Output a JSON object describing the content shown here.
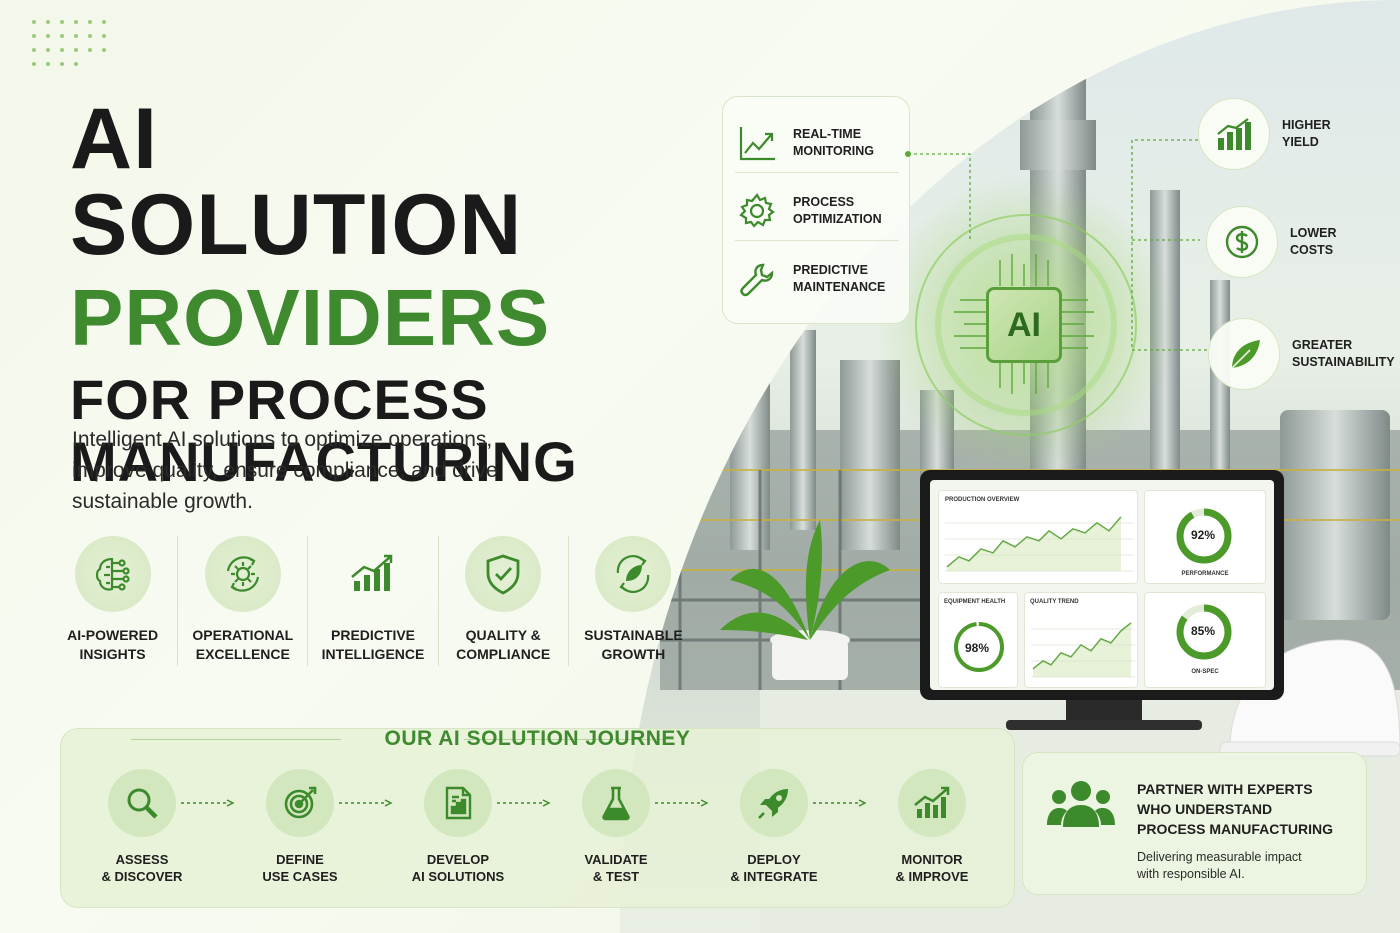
{
  "headline": {
    "line1": "AI SOLUTION",
    "line2": "PROVIDERS",
    "line3": "FOR PROCESS",
    "line4": "MANUFACTURING"
  },
  "subtitle": "Intelligent AI solutions to optimize operations, improve quality, ensure compliance, and drive sustainable growth.",
  "benefits": [
    {
      "line1": "AI-POWERED",
      "line2": "INSIGHTS",
      "icon": "brain-circuit-icon"
    },
    {
      "line1": "OPERATIONAL",
      "line2": "EXCELLENCE",
      "icon": "gear-cycle-icon"
    },
    {
      "line1": "PREDICTIVE",
      "line2": "INTELLIGENCE",
      "icon": "growth-chart-icon"
    },
    {
      "line1": "QUALITY &",
      "line2": "COMPLIANCE",
      "icon": "shield-check-icon"
    },
    {
      "line1": "SUSTAINABLE",
      "line2": "GROWTH",
      "icon": "leaf-cycle-icon"
    }
  ],
  "journey": {
    "title": "OUR AI SOLUTION JOURNEY",
    "steps": [
      {
        "line1": "ASSESS",
        "line2": "& DISCOVER",
        "icon": "magnifier-icon"
      },
      {
        "line1": "DEFINE",
        "line2": "USE CASES",
        "icon": "target-icon"
      },
      {
        "line1": "DEVELOP",
        "line2": "AI SOLUTIONS",
        "icon": "document-chart-icon"
      },
      {
        "line1": "VALIDATE",
        "line2": "& TEST",
        "icon": "flask-icon"
      },
      {
        "line1": "DEPLOY",
        "line2": "& INTEGRATE",
        "icon": "rocket-icon"
      },
      {
        "line1": "MONITOR",
        "line2": "& IMPROVE",
        "icon": "trend-chart-icon"
      }
    ]
  },
  "partner": {
    "title_line1": "PARTNER WITH EXPERTS",
    "title_line2": "WHO UNDERSTAND",
    "title_line3": "PROCESS MANUFACTURING",
    "desc_line1": "Delivering measurable impact",
    "desc_line2": "with responsible AI.",
    "icon": "team-icon"
  },
  "features": [
    {
      "line1": "REAL-TIME",
      "line2": "MONITORING",
      "icon": "line-chart-icon"
    },
    {
      "line1": "PROCESS",
      "line2": "OPTIMIZATION",
      "icon": "gear-icon"
    },
    {
      "line1": "PREDICTIVE",
      "line2": "MAINTENANCE",
      "icon": "wrench-icon"
    }
  ],
  "stats": [
    {
      "line1": "HIGHER",
      "line2": "YIELD",
      "icon": "bar-growth-icon"
    },
    {
      "line1": "LOWER",
      "line2": "COSTS",
      "icon": "dollar-icon"
    },
    {
      "line1": "GREATER",
      "line2": "SUSTAINABILITY",
      "icon": "leaf-icon"
    }
  ],
  "ai_chip": {
    "label": "AI",
    "icon": "ai-chip-icon"
  },
  "dashboard": {
    "production_title": "PRODUCTION OVERVIEW",
    "performance_value": "92%",
    "performance_label": "PERFORMANCE",
    "equipment_title": "EQUIPMENT HEALTH",
    "equipment_value": "98%",
    "quality_title": "QUALITY TREND",
    "onspec_value": "85%",
    "onspec_label": "ON-SPEC",
    "gauges": {
      "performance": 0.92,
      "equipment": 0.98,
      "onspec": 0.85
    }
  },
  "colors": {
    "brand_green": "#3f8a2f",
    "icon_green": "#3d8a2c",
    "soft_green": "#d6e8c2",
    "text_dark": "#1a1a1a"
  }
}
